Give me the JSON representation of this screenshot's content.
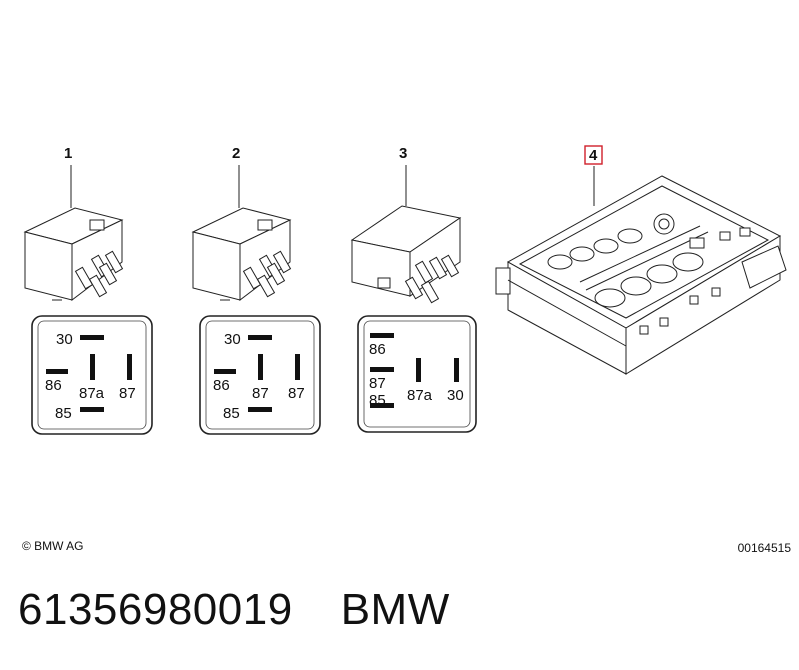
{
  "callouts": [
    "1",
    "2",
    "3",
    "4"
  ],
  "pin_labels": {
    "relay1": [
      "30",
      "86",
      "87a",
      "87",
      "85"
    ],
    "relay2": [
      "30",
      "86",
      "87",
      "87",
      "85"
    ],
    "relay3": [
      "86",
      "87",
      "85",
      "87a",
      "30"
    ]
  },
  "footer": {
    "copyright": "© BMW AG",
    "image_number": "00164515",
    "part_number": "61356980019",
    "brand": "BMW"
  },
  "colors": {
    "highlight": "#d0202a",
    "line": "#222222"
  }
}
